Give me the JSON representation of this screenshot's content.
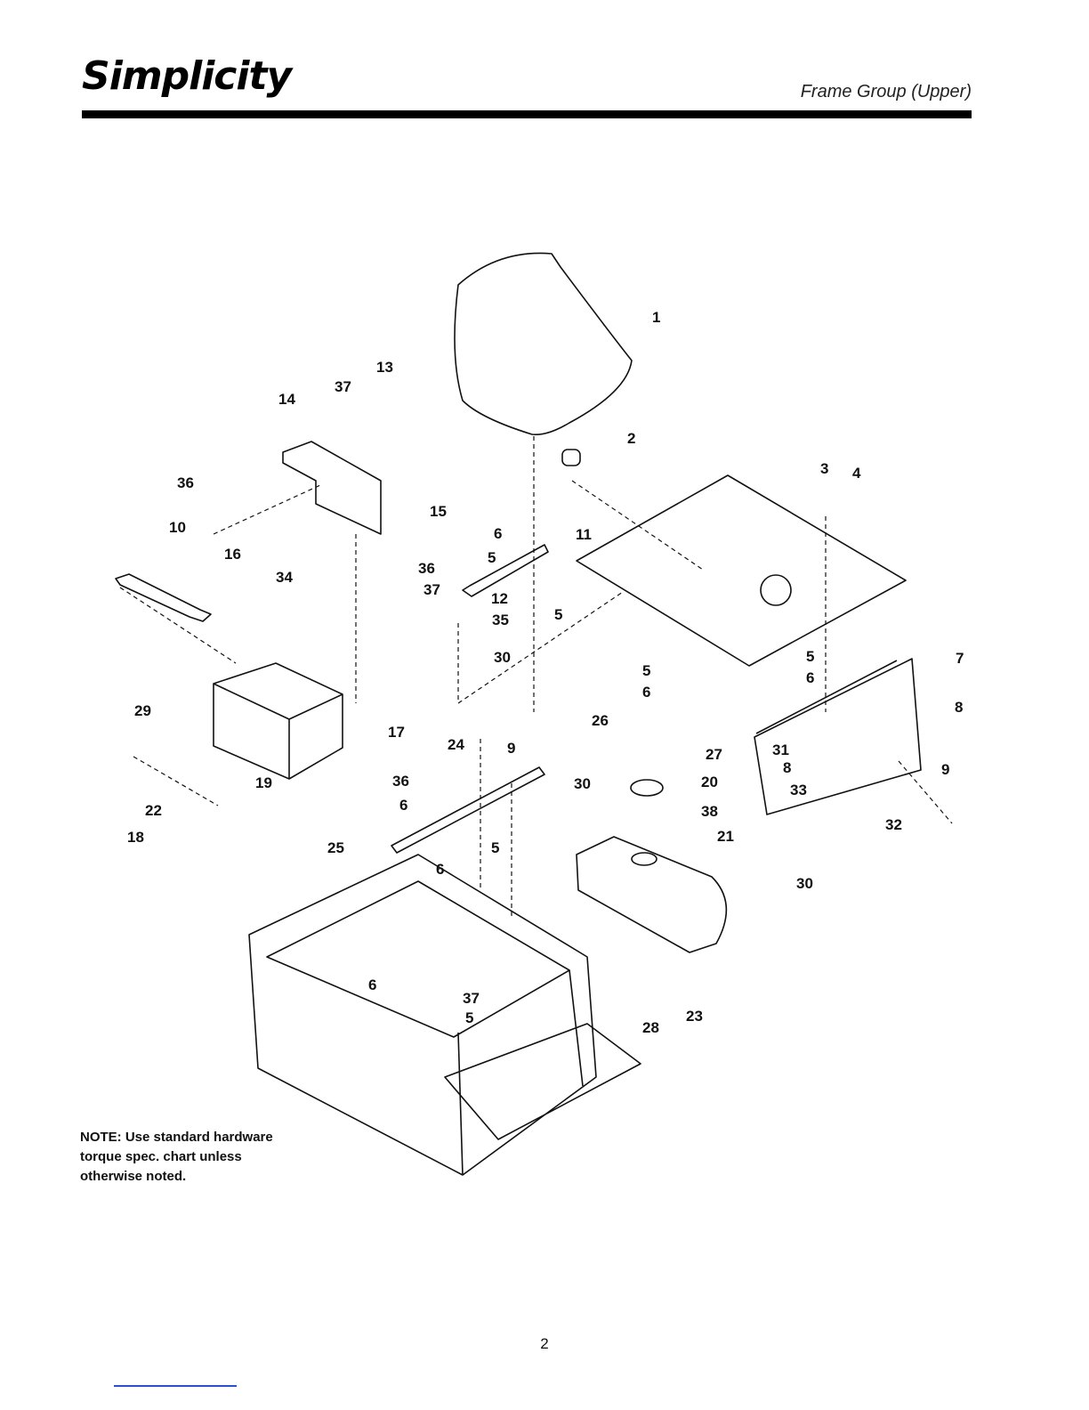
{
  "header": {
    "brand": "Simplicity",
    "section_title": "Frame Group (Upper)"
  },
  "note": "NOTE: Use standard hardware torque spec. chart unless otherwise noted.",
  "page_number": "2",
  "callouts": [
    {
      "id": "c1",
      "label": "1"
    },
    {
      "id": "c2",
      "label": "2"
    },
    {
      "id": "c3",
      "label": "3"
    },
    {
      "id": "c4",
      "label": "4"
    },
    {
      "id": "c5a",
      "label": "5"
    },
    {
      "id": "c5b",
      "label": "5"
    },
    {
      "id": "c5c",
      "label": "5"
    },
    {
      "id": "c5d",
      "label": "5"
    },
    {
      "id": "c5e",
      "label": "5"
    },
    {
      "id": "c5f",
      "label": "5"
    },
    {
      "id": "c6a",
      "label": "6"
    },
    {
      "id": "c6b",
      "label": "6"
    },
    {
      "id": "c6c",
      "label": "6"
    },
    {
      "id": "c6d",
      "label": "6"
    },
    {
      "id": "c6e",
      "label": "6"
    },
    {
      "id": "c6f",
      "label": "6"
    },
    {
      "id": "c7",
      "label": "7"
    },
    {
      "id": "c8a",
      "label": "8"
    },
    {
      "id": "c8b",
      "label": "8"
    },
    {
      "id": "c9a",
      "label": "9"
    },
    {
      "id": "c9b",
      "label": "9"
    },
    {
      "id": "c10",
      "label": "10"
    },
    {
      "id": "c11",
      "label": "11"
    },
    {
      "id": "c12",
      "label": "12"
    },
    {
      "id": "c13",
      "label": "13"
    },
    {
      "id": "c14",
      "label": "14"
    },
    {
      "id": "c15",
      "label": "15"
    },
    {
      "id": "c16",
      "label": "16"
    },
    {
      "id": "c17",
      "label": "17"
    },
    {
      "id": "c18",
      "label": "18"
    },
    {
      "id": "c19",
      "label": "19"
    },
    {
      "id": "c20",
      "label": "20"
    },
    {
      "id": "c21",
      "label": "21"
    },
    {
      "id": "c22",
      "label": "22"
    },
    {
      "id": "c23",
      "label": "23"
    },
    {
      "id": "c24",
      "label": "24"
    },
    {
      "id": "c25",
      "label": "25"
    },
    {
      "id": "c26",
      "label": "26"
    },
    {
      "id": "c27",
      "label": "27"
    },
    {
      "id": "c28",
      "label": "28"
    },
    {
      "id": "c29",
      "label": "29"
    },
    {
      "id": "c30a",
      "label": "30"
    },
    {
      "id": "c30b",
      "label": "30"
    },
    {
      "id": "c30c",
      "label": "30"
    },
    {
      "id": "c31",
      "label": "31"
    },
    {
      "id": "c32",
      "label": "32"
    },
    {
      "id": "c33",
      "label": "33"
    },
    {
      "id": "c34",
      "label": "34"
    },
    {
      "id": "c35",
      "label": "35"
    },
    {
      "id": "c36a",
      "label": "36"
    },
    {
      "id": "c36b",
      "label": "36"
    },
    {
      "id": "c36c",
      "label": "36"
    },
    {
      "id": "c37a",
      "label": "37"
    },
    {
      "id": "c37b",
      "label": "37"
    },
    {
      "id": "c37c",
      "label": "37"
    },
    {
      "id": "c38",
      "label": "38"
    }
  ]
}
